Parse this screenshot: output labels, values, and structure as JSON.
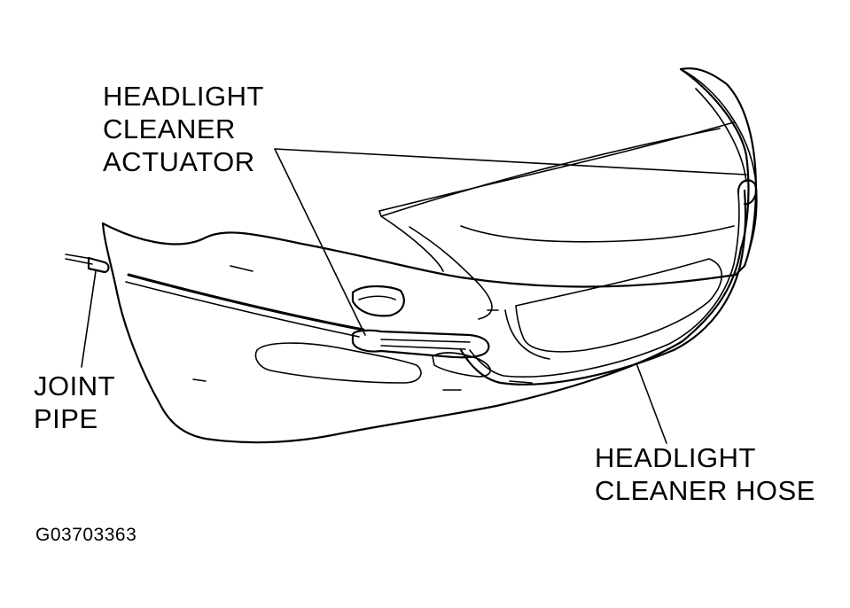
{
  "labels": {
    "actuator": [
      "HEADLIGHT",
      "CLEANER",
      "ACTUATOR"
    ],
    "joint_pipe": [
      "JOINT",
      "PIPE"
    ],
    "hose": [
      "HEADLIGHT",
      "CLEANER HOSE"
    ]
  },
  "figure_code": "G03703363",
  "colors": {
    "ink": "#000000",
    "background": "#ffffff"
  }
}
